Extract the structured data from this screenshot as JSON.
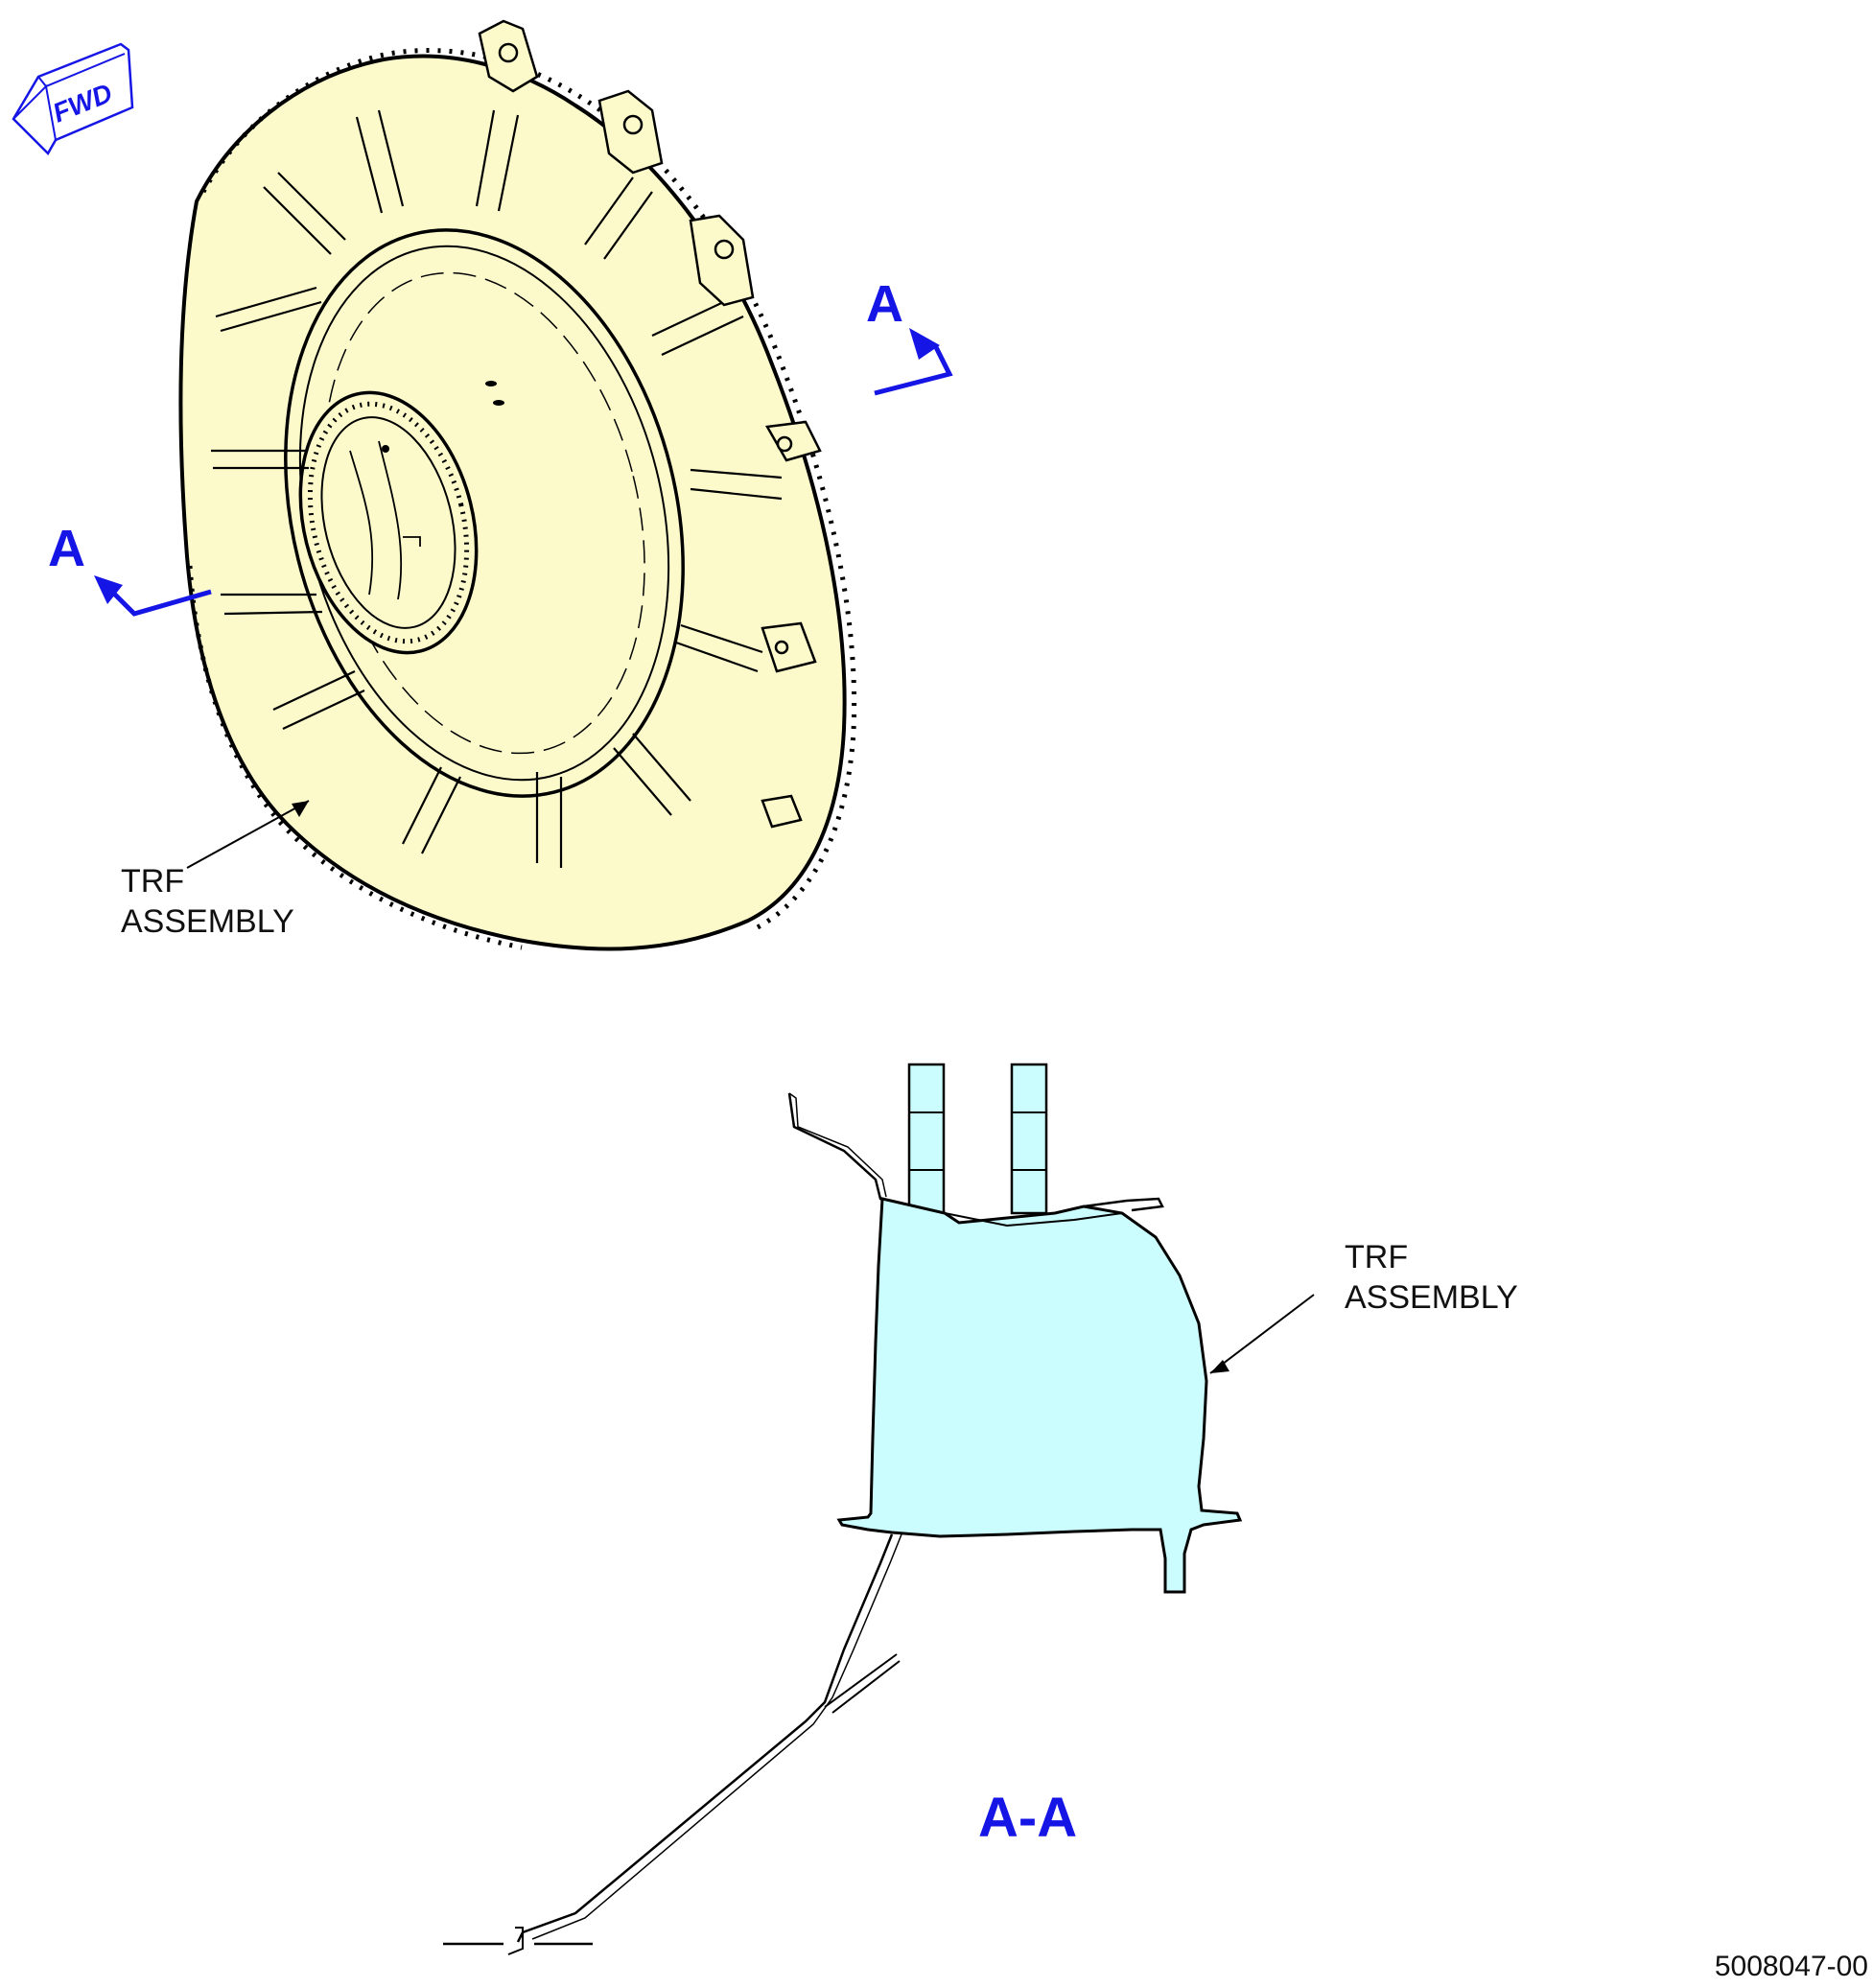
{
  "colors": {
    "part_fill": "#fcfacb",
    "section_fill": "#ccfdfe",
    "outline": "#000000",
    "callout_blue": "#1515e6"
  },
  "fwd_label": "FWD",
  "section_marker_top": "A",
  "section_marker_left": "A",
  "upper_callout": {
    "line1": "TRF",
    "line2": "ASSEMBLY"
  },
  "lower_callout": {
    "line1": "TRF",
    "line2": "ASSEMBLY"
  },
  "section_title": "A-A",
  "drawing_number": "5008047-00"
}
